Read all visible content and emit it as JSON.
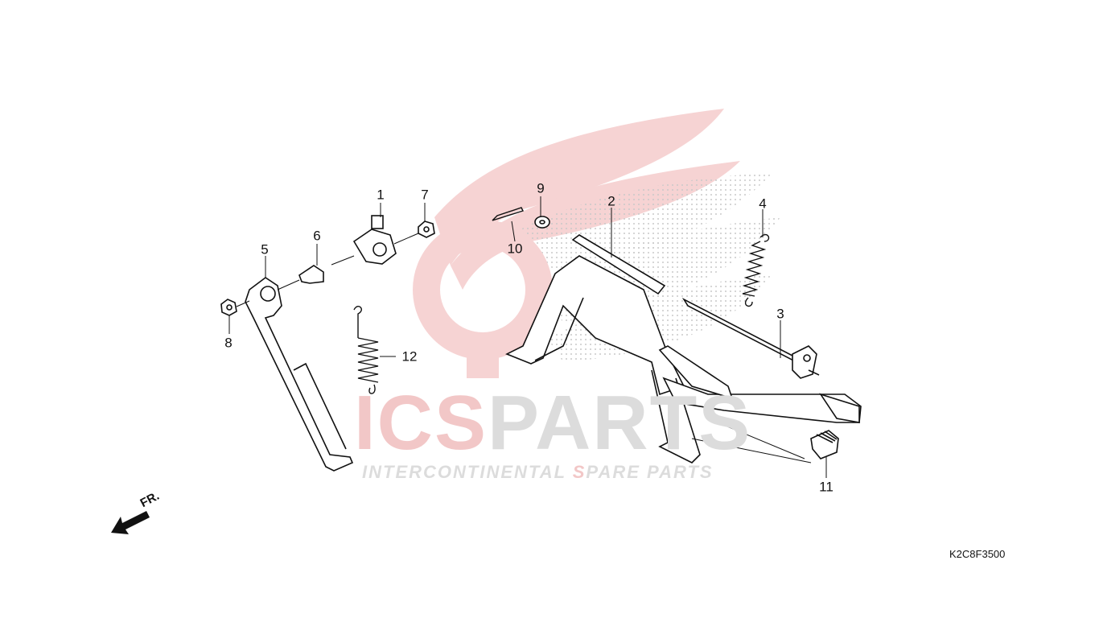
{
  "watermark": {
    "brand_a": "ICS",
    "brand_b": "PARTS",
    "sub_parts": [
      {
        "text": "INTERCONTINENTAL ",
        "accent": false
      },
      {
        "text": "S",
        "accent": true
      },
      {
        "text": "PARE PARTS",
        "accent": false
      }
    ],
    "accent_color": "#f2c7c7",
    "grey_color": "#dcdcdc"
  },
  "callouts": [
    {
      "id": "callout-1",
      "label": "1"
    },
    {
      "id": "callout-2",
      "label": "2"
    },
    {
      "id": "callout-3",
      "label": "3"
    },
    {
      "id": "callout-4",
      "label": "4"
    },
    {
      "id": "callout-5",
      "label": "5"
    },
    {
      "id": "callout-6",
      "label": "6"
    },
    {
      "id": "callout-7",
      "label": "7"
    },
    {
      "id": "callout-8",
      "label": "8"
    },
    {
      "id": "callout-9",
      "label": "9"
    },
    {
      "id": "callout-10",
      "label": "10"
    },
    {
      "id": "callout-11",
      "label": "11"
    },
    {
      "id": "callout-12",
      "label": "12"
    }
  ],
  "direction_label": "FR.",
  "diagram_code": "K2C8F3500",
  "colors": {
    "line": "#111111",
    "background": "#ffffff"
  }
}
